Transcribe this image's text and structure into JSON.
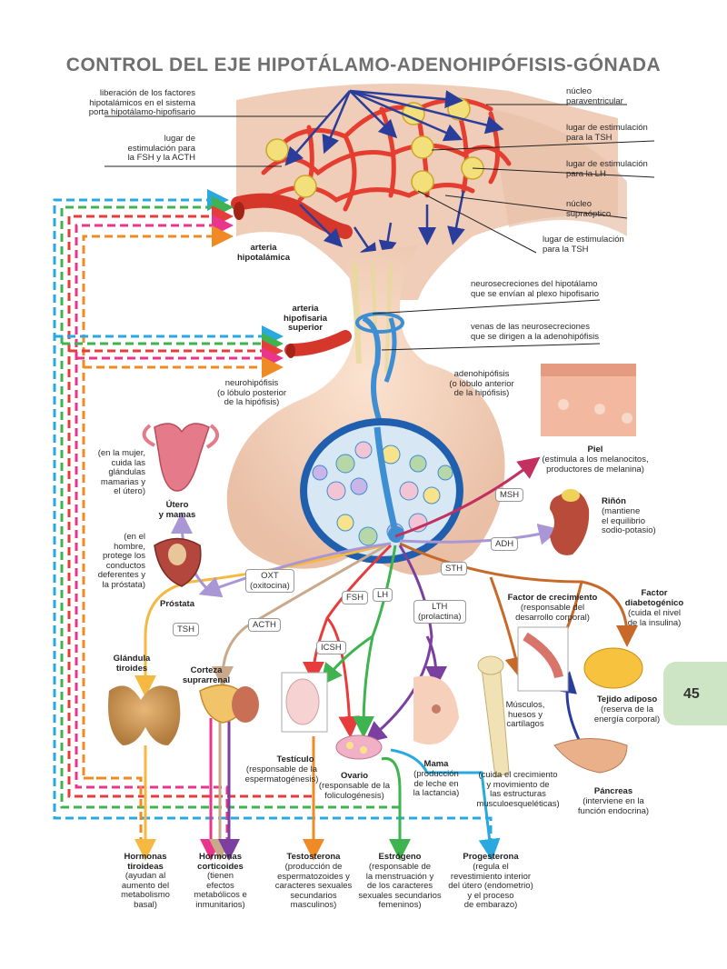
{
  "title": "CONTROL DEL EJE HIPOTÁLAMO-ADENOHIPÓFISIS-GÓNADA",
  "page_number": "45",
  "colors": {
    "tsh": "#f5b942",
    "acth": "#c9a98a",
    "fsh": "#e63c3c",
    "lh": "#3fb34f",
    "lth": "#7b3fa0",
    "msh": "#c2305f",
    "adh": "#a996d4",
    "sth": "#c8692a",
    "oxt": "#a996d4",
    "cyan": "#2aa9e0",
    "pink": "#e9358c",
    "orange": "#f08a24",
    "accent_tab": "#cde4c5"
  },
  "labels": {
    "liberacion": "liberación de los factores\nhipotalámicos en el sistema\nporta hipotálamo-hipofisario",
    "estim_fsh_acth": "lugar de\nestimulación para\nla FSH y la ACTH",
    "nucleo_para": "núcleo\nparaventricular",
    "estim_tsh1": "lugar de estimulación\npara la TSH",
    "estim_lh": "lugar de estimulación\npara la LH",
    "nucleo_supra": "núcleo\nsupraóptico",
    "estim_tsh2": "lugar de estimulación\npara la TSH",
    "arteria_hipo": "arteria\nhipotalámica",
    "neurosec": "neurosecreciones del hipotálamo\nque se envían al plexo hipofisario",
    "arteria_sup": "arteria\nhipofisaria\nsuperior",
    "venas": "venas de las neurosecreciones\nque se dirigen a la adenohipófisis",
    "neurohipofisis": "neurohipófisis\n(o lóbulo posterior\nde la hipófisis)",
    "adenohipofisis": "adenohipófisis\n(o lóbulo anterior\nde la hipófisis)",
    "piel_title": "Piel",
    "piel_desc": "(estimula a los melanocitos,\nproductores de melanina)",
    "rinon_title": "Riñón",
    "rinon_desc": "(mantiene\nel equilibrio\nsodio-potasio)",
    "mujer": "(en la mujer,\ncuida las\nglándulas\nmamarias y\nel útero)",
    "utero": "Útero\ny mamas",
    "hombre": "(en el\nhombre,\nprotege los\nconductos\ndeferentes y\nla próstata)",
    "prostata": "Próstata",
    "factor_crec_title": "Factor de crecimiento",
    "factor_crec_desc": "(responsable del\ndesarrollo corporal)",
    "factor_diab_title": "Factor\ndiabetogénico",
    "factor_diab_desc": "(cuida el nivel\nde la insulina)",
    "glandula_tiroides": "Glándula\ntiroides",
    "corteza": "Corteza\nsuprarrenal",
    "testiculo_title": "Testículo",
    "testiculo_desc": "(responsable de la\nespermatogénesis)",
    "ovario_title": "Ovario",
    "ovario_desc": "(responsable de la\nfoliculogénesis)",
    "mama_title": "Mama",
    "mama_desc": "(producción\nde leche en\nla lactancia)",
    "musculos": "Músculos,\nhuesos y\ncartílagos",
    "tejido_title": "Tejido adiposo",
    "tejido_desc": "(reserva de la\nenergía corporal)",
    "crecimiento_mov": "(cuida el crecimiento\ny movimiento de\nlas estructuras\nmusculoesqueléticas)",
    "pancreas_title": "Páncreas",
    "pancreas_desc": "(interviene en la\nfunción endocrina)",
    "h_tiroideas_title": "Hormonas\ntiroideas",
    "h_tiroideas_desc": "(ayudan al\naumento del\nmetabolismo\nbasal)",
    "h_corticoides_title": "Hormonas\ncorticoides",
    "h_corticoides_desc": "(tienen\nefectos\nmetabólicos e\ninmunitarios)",
    "testosterona_title": "Testosterona",
    "testosterona_desc": "(producción de\nespermatozoides y\ncaracteres sexuales\nsecundarios\nmasculinos)",
    "estrogeno_title": "Estrógeno",
    "estrogeno_desc": "(responsable de\nla menstruación y\nde los caracteres\nsexuales secundarios\nfemeninos)",
    "progesterona_title": "Progesterona",
    "progesterona_desc": "(regula el\nrevestimiento interior\ndel útero (endometrio)\ny el proceso\nde embarazo)"
  },
  "tags": {
    "msh": "MSH",
    "adh": "ADH",
    "sth": "STH",
    "oxt": "OXT\n(oxitocina)",
    "tsh": "TSH",
    "acth": "ACTH",
    "fsh": "FSH",
    "lh": "LH",
    "lth": "LTH\n(prolactina)",
    "icsh": "ICSH"
  }
}
